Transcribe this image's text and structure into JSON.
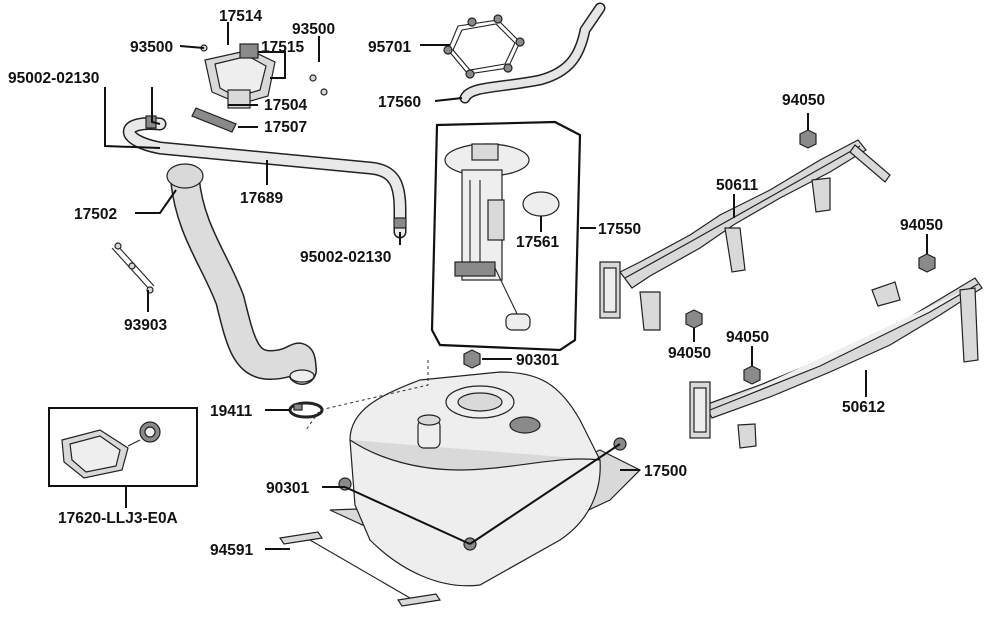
{
  "labels": {
    "p17514": "17514",
    "p93500a": "93500",
    "p93500b": "93500",
    "p17515": "17515",
    "p95002a": "95002-02130",
    "p17504": "17504",
    "p17507": "17507",
    "p95701": "95701",
    "p17560": "17560",
    "p94050a": "94050",
    "p17689": "17689",
    "p17502": "17502",
    "p95002b": "95002-02130",
    "p50611": "50611",
    "p17561": "17561",
    "p17550": "17550",
    "p94050b": "94050",
    "p93903": "93903",
    "p90301a": "90301",
    "p94050c": "94050",
    "p94050d": "94050",
    "p50612": "50612",
    "p19411": "19411",
    "p90301b": "90301",
    "p17500": "17500",
    "p17620": "17620-LLJ3-E0A",
    "p94591": "94591"
  }
}
